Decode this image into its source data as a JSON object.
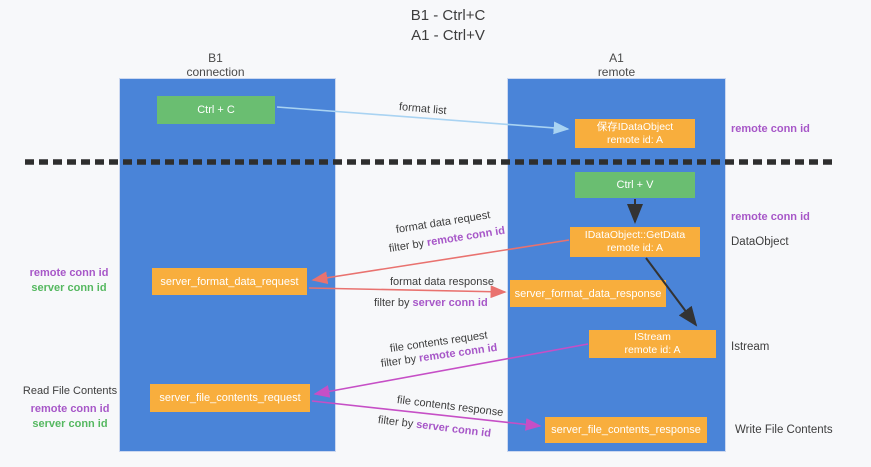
{
  "title": {
    "line1": "B1 - Ctrl+C",
    "line2": "A1 - Ctrl+V"
  },
  "lanes": {
    "left": {
      "name": "B1",
      "role": "connection"
    },
    "right": {
      "name": "A1",
      "role": "remote"
    }
  },
  "nodes": {
    "ctrl_c": {
      "label": "Ctrl + C"
    },
    "saved_dataobject": {
      "line1": "保存IDataObject",
      "line2": "remote id: A"
    },
    "ctrl_v": {
      "label": "Ctrl + V"
    },
    "getdata": {
      "line1": "IDataObject::GetData",
      "line2": "remote id: A"
    },
    "istream": {
      "line1": "IStream",
      "line2": "remote id: A"
    },
    "server_format_data_request": {
      "label": "server_format_data_request"
    },
    "server_format_data_response": {
      "label": "server_format_data_response"
    },
    "server_file_contents_request": {
      "label": "server_file_contents_request"
    },
    "server_file_contents_response": {
      "label": "server_file_contents_response"
    }
  },
  "left_annotations": {
    "format_group": {
      "remote": "remote conn id",
      "server": "server conn id"
    },
    "file_group": {
      "title": "Read File Contents",
      "remote": "remote conn id",
      "server": "server conn id"
    }
  },
  "right_annotations": {
    "remote_conn_id_top": "remote conn id",
    "remote_conn_id_mid": "remote conn id",
    "dataobject": "DataObject",
    "istream": "Istream",
    "write_file_contents": "Write File Contents"
  },
  "flow_labels": {
    "format_list": "format list",
    "format_data_request": "format data request",
    "format_data_request_filter_prefix": "filter by ",
    "format_data_request_filter_key": "remote conn id",
    "format_data_response": "format data response",
    "format_data_response_filter_prefix": "filter by ",
    "format_data_response_filter_key": "server conn id",
    "file_contents_request": "file contents request",
    "file_contents_request_filter_prefix": "filter by ",
    "file_contents_request_filter_key": "remote conn id",
    "file_contents_response": "file contents response",
    "file_contents_response_filter_prefix": "filter by ",
    "file_contents_response_filter_key": "server conn id"
  },
  "colors": {
    "lane_blue": "#4a84d8",
    "node_orange": "#f8ae3d",
    "node_green": "#6abe71",
    "arrow_light_blue": "#a9d3f2",
    "arrow_salmon": "#e9726f",
    "arrow_magenta": "#c64fc6",
    "arrow_black": "#333333",
    "text_purple": "#a757c8",
    "text_green": "#55b860",
    "dashed_divider": "#2e2e2e",
    "background": "#f7f8fa"
  }
}
